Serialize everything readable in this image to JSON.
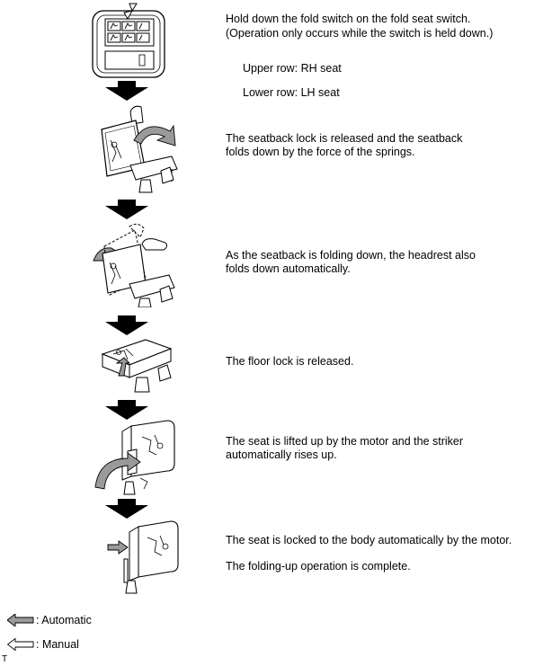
{
  "steps": [
    {
      "lines": [
        "Hold down the fold switch on the fold seat switch.",
        "(Operation only occurs while the switch is held down.)"
      ]
    },
    {
      "lines": [
        "Upper row: RH seat"
      ]
    },
    {
      "lines": [
        "Lower row: LH seat"
      ]
    },
    {
      "lines": [
        "The seatback lock is released and the seatback",
        "folds down by the force of the springs."
      ]
    },
    {
      "lines": [
        "As the seatback is folding down, the headrest also",
        "folds down automatically."
      ]
    },
    {
      "lines": [
        "The floor lock is released."
      ]
    },
    {
      "lines": [
        "The seat is lifted up by the motor and the striker",
        "automatically rises up."
      ]
    },
    {
      "lines": [
        "The seat is locked to the body automatically by the motor."
      ]
    },
    {
      "lines": [
        "The folding-up operation is complete."
      ]
    }
  ],
  "legend": {
    "automatic_label": ": Automatic",
    "manual_label": ": Manual"
  },
  "corner_mark": "T",
  "colors": {
    "automatic_arrow": "#9a9a9a",
    "manual_arrow": "#ffffff",
    "flow_arrow": "#000000"
  }
}
